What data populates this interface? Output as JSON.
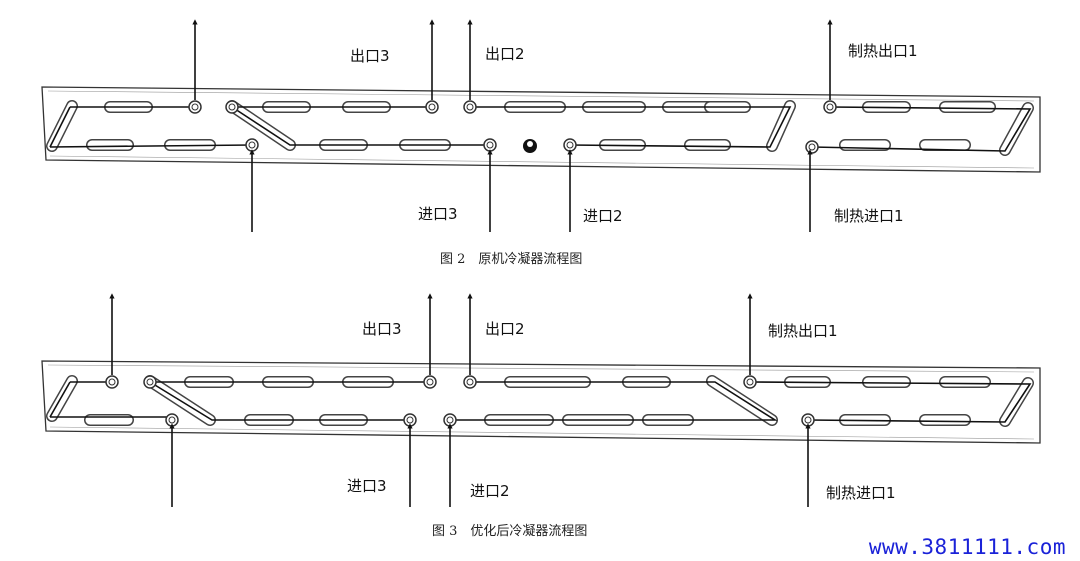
{
  "colors": {
    "line": "#111111",
    "tube_outline": "#444444",
    "watermark": "#1a22d8"
  },
  "figure_original": {
    "caption": "图 2　原机冷凝器流程图",
    "labels": {
      "outlet3": "出口3",
      "outlet2": "出口2",
      "heating_outlet1": "制热出口1",
      "inlet3": "进口3",
      "inlet2": "进口2",
      "heating_inlet1": "制热进口1"
    }
  },
  "figure_optimized": {
    "caption": "图 3　优化后冷凝器流程图",
    "labels": {
      "outlet3": "出口3",
      "outlet2": "出口2",
      "heating_outlet1": "制热出口1",
      "inlet3": "进口3",
      "inlet2": "进口2",
      "heating_inlet1": "制热进口1"
    }
  },
  "watermark": "www.3811111.com"
}
